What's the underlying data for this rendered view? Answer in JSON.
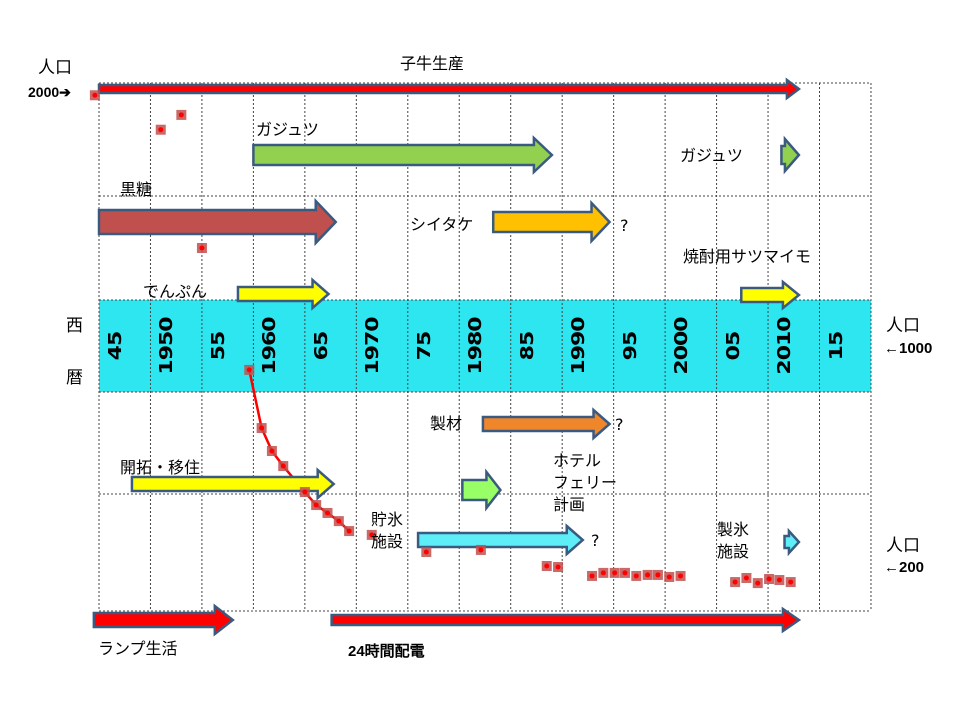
{
  "left_axis": {
    "top_label": "人口",
    "top_value": "2000➔",
    "band_label_1": "西",
    "band_label_2": "暦"
  },
  "right_axis": {
    "mid_label": "人口",
    "mid_value": "←1000",
    "low_label": "人口",
    "low_value": "←200"
  },
  "colors": {
    "band": "#2ee6f0",
    "outline": "#3b5a80",
    "marker": "#c0504d",
    "marker_dot": "#ff0000",
    "line": "#ff0000"
  },
  "chart_data": {
    "type": "timeline",
    "x_axis": {
      "label": "西暦",
      "range": [
        1945,
        2020
      ],
      "ticks": [
        "45",
        "1950",
        "55",
        "1960",
        "65",
        "1970",
        "75",
        "1980",
        "85",
        "1990",
        "95",
        "2000",
        "05",
        "2010",
        "15"
      ]
    },
    "population_axis": {
      "label": "人口",
      "marks": [
        2000,
        1000,
        200
      ]
    },
    "arrows": [
      {
        "id": "calf",
        "label": "子牛生産",
        "start": 1945,
        "end": 2013,
        "color": "#ff0000"
      },
      {
        "id": "gajutsu1",
        "label": "ガジュツ",
        "start": 1960,
        "end": 1989,
        "color": "#92d050"
      },
      {
        "id": "gajutsu2",
        "label": "ガジュツ",
        "start": 2011.3,
        "end": 2013,
        "color": "#92d050"
      },
      {
        "id": "kokuto",
        "label": "黒糖",
        "start": 1945,
        "end": 1968,
        "color": "#c0504d"
      },
      {
        "id": "shiitake",
        "label": "シイタケ",
        "start": 1983.3,
        "end": 1994.6,
        "color": "#ffc000",
        "note": "?"
      },
      {
        "id": "denpun",
        "label": "でんぷん",
        "start": 1958.5,
        "end": 1967.3,
        "color": "#ffff00"
      },
      {
        "id": "shochu",
        "label": "焼酎用サツマイモ",
        "start": 2007.4,
        "end": 2013,
        "color": "#ffff00"
      },
      {
        "id": "seizai",
        "label": "製材",
        "start": 1982.3,
        "end": 1994.6,
        "color": "#f0862a",
        "note": "?"
      },
      {
        "id": "hotel",
        "label": "ホテル\nフェリー\n計画",
        "start": 1980.3,
        "end": 1984,
        "color": "#99ff66"
      },
      {
        "id": "kaitaku",
        "label": "開拓・移住",
        "start": 1948.2,
        "end": 1967.8,
        "color": "#ffff00"
      },
      {
        "id": "choyo",
        "label": "貯氷\n施設",
        "start": 1976,
        "end": 1992,
        "color": "#5eeef8",
        "note": "?"
      },
      {
        "id": "seihyo",
        "label": "製氷\n施設",
        "start": 2011.6,
        "end": 2013,
        "color": "#5eeef8"
      },
      {
        "id": "lamp",
        "label": "ランプ生活",
        "start": 1944.5,
        "end": 1958,
        "color": "#ff0000"
      },
      {
        "id": "power",
        "label": "24時間配電",
        "start": 1967.6,
        "end": 2013,
        "color": "#ff0000"
      }
    ],
    "population": [
      {
        "year": 1944.6,
        "pop": 1995
      },
      {
        "year": 1951,
        "pop": 1860
      },
      {
        "year": 1953,
        "pop": 1918
      },
      {
        "year": 1955,
        "pop": 1396
      },
      {
        "year": 1959.6,
        "pop": 918
      },
      {
        "year": 1960.8,
        "pop": 690
      },
      {
        "year": 1961.8,
        "pop": 600
      },
      {
        "year": 1962.9,
        "pop": 541
      },
      {
        "year": 1965,
        "pop": 439
      },
      {
        "year": 1966.1,
        "pop": 388
      },
      {
        "year": 1967.2,
        "pop": 357
      },
      {
        "year": 1968.3,
        "pop": 325
      },
      {
        "year": 1969.3,
        "pop": 286
      },
      {
        "year": 1971.5,
        "pop": 271
      },
      {
        "year": 1976.8,
        "pop": 204
      },
      {
        "year": 1982.1,
        "pop": 212
      },
      {
        "year": 1988.5,
        "pop": 149
      },
      {
        "year": 1989.6,
        "pop": 145
      },
      {
        "year": 1992.9,
        "pop": 110
      },
      {
        "year": 1994,
        "pop": 122
      },
      {
        "year": 1995.1,
        "pop": 122
      },
      {
        "year": 1996.1,
        "pop": 122
      },
      {
        "year": 1997.2,
        "pop": 110
      },
      {
        "year": 1998.3,
        "pop": 114
      },
      {
        "year": 1999.3,
        "pop": 114
      },
      {
        "year": 2000.4,
        "pop": 106
      },
      {
        "year": 2001.5,
        "pop": 110
      },
      {
        "year": 2006.8,
        "pop": 86
      },
      {
        "year": 2007.9,
        "pop": 102
      },
      {
        "year": 2009,
        "pop": 82
      },
      {
        "year": 2010.1,
        "pop": 98
      },
      {
        "year": 2011.1,
        "pop": 94
      },
      {
        "year": 2012.2,
        "pop": 86
      }
    ],
    "connected_range": [
      1959.6,
      1969.3
    ]
  }
}
